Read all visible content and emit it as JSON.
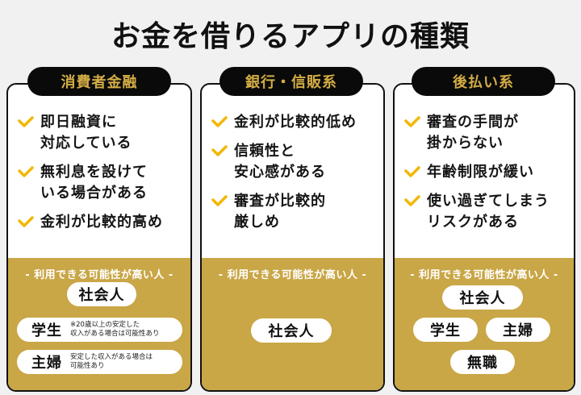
{
  "title": "お金を借りるアプリの種類",
  "colors": {
    "gold": "#c9a646",
    "header_bg": "#0a0a0a",
    "header_text": "#d4ad45",
    "check": "#f2b705",
    "background": "#f1f1f1"
  },
  "cards": [
    {
      "header": "消費者金融",
      "features": [
        "即日融資に\n対応している",
        "無利息を設けて\nいる場合がある",
        "金利が比較的高め"
      ],
      "audience_label": "- 利用できる可能性が高い人 -",
      "audience": [
        {
          "label": "社会人",
          "note": ""
        },
        {
          "label": "学生",
          "note": "※20歳以上の安定した\n収入がある場合は可能性あり"
        },
        {
          "label": "主婦",
          "note": "安定した収入がある場合は\n可能性あり"
        }
      ]
    },
    {
      "header": "銀行・信販系",
      "features": [
        "金利が比較的低め",
        "信頼性と\n安心感がある",
        "審査が比較的\n厳しめ"
      ],
      "audience_label": "- 利用できる可能性が高い人 -",
      "audience": [
        {
          "label": "社会人",
          "note": ""
        }
      ]
    },
    {
      "header": "後払い系",
      "features": [
        "審査の手間が\n掛からない",
        "年齢制限が緩い",
        "使い過ぎてしまう\nリスクがある"
      ],
      "audience_label": "- 利用できる可能性が高い人 -",
      "audience": [
        {
          "label": "社会人",
          "note": ""
        },
        {
          "label": "学生",
          "note": ""
        },
        {
          "label": "主婦",
          "note": ""
        },
        {
          "label": "無職",
          "note": ""
        }
      ]
    }
  ]
}
